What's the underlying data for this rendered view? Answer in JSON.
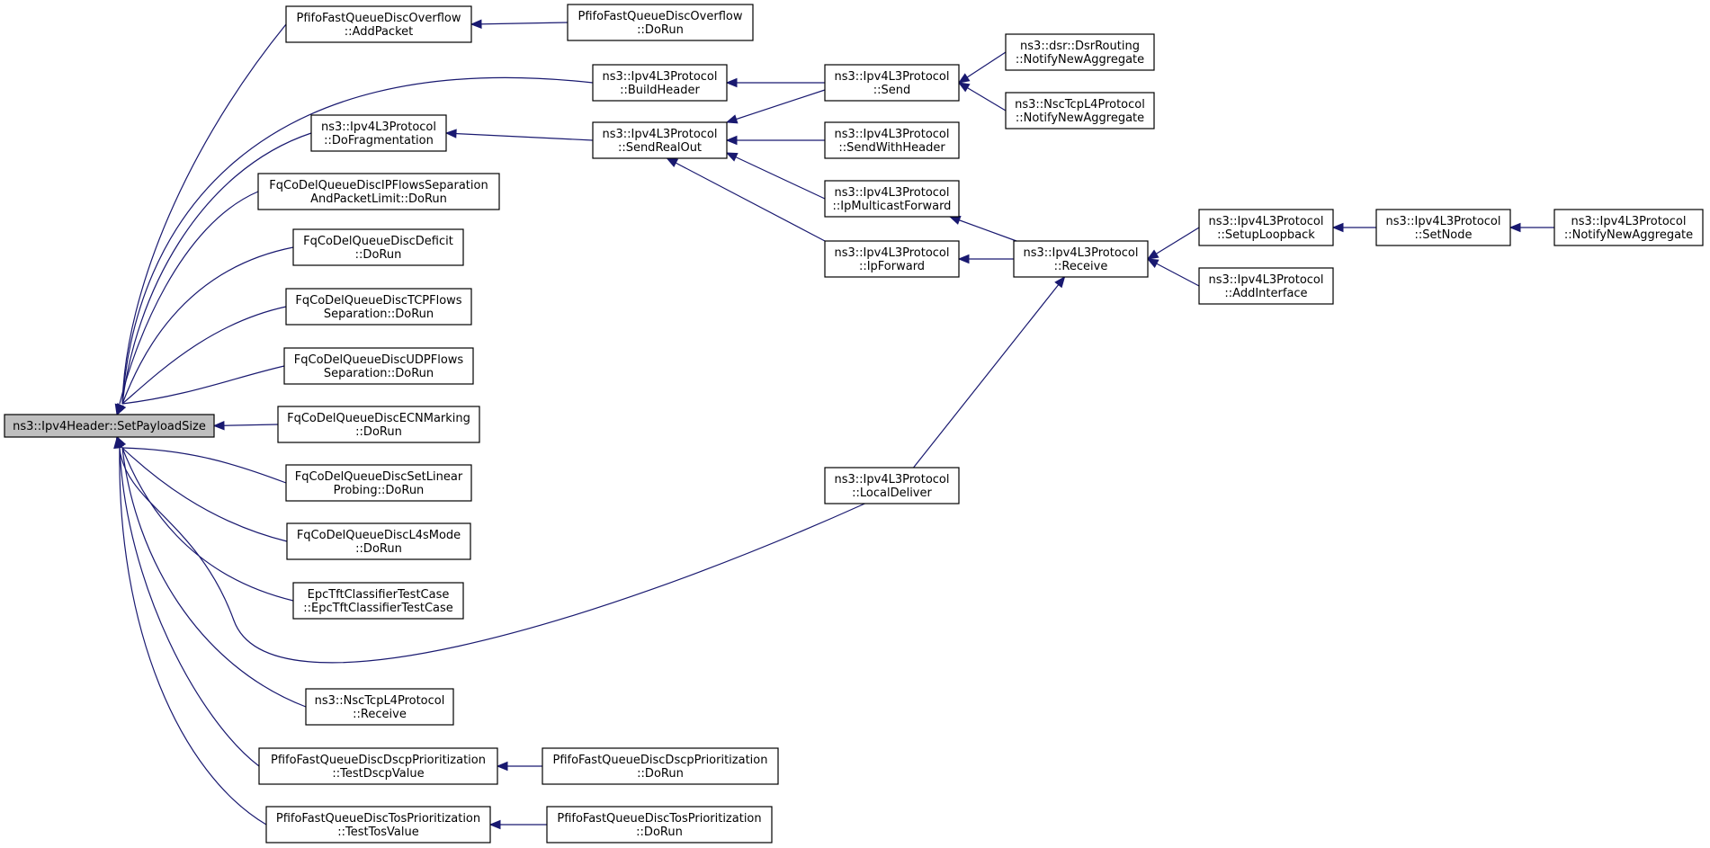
{
  "root": "setpayloadsize",
  "nodes": [
    {
      "id": "setpayloadsize",
      "lines": [
        "ns3::Ipv4Header::SetPayloadSize"
      ],
      "highlight": true
    },
    {
      "id": "pfifo_overflow_addpacket",
      "lines": [
        "PfifoFastQueueDiscOverflow",
        "::AddPacket"
      ]
    },
    {
      "id": "pfifo_overflow_dorun",
      "lines": [
        "PfifoFastQueueDiscOverflow",
        "::DoRun"
      ]
    },
    {
      "id": "buildheader",
      "lines": [
        "ns3::Ipv4L3Protocol",
        "::BuildHeader"
      ]
    },
    {
      "id": "send",
      "lines": [
        "ns3::Ipv4L3Protocol",
        "::Send"
      ]
    },
    {
      "id": "dsr_notify",
      "lines": [
        "ns3::dsr::DsrRouting",
        "::NotifyNewAggregate"
      ]
    },
    {
      "id": "nsctcp_notify",
      "lines": [
        "ns3::NscTcpL4Protocol",
        "::NotifyNewAggregate"
      ]
    },
    {
      "id": "dofragmentation",
      "lines": [
        "ns3::Ipv4L3Protocol",
        "::DoFragmentation"
      ]
    },
    {
      "id": "sendrealout",
      "lines": [
        "ns3::Ipv4L3Protocol",
        "::SendRealOut"
      ]
    },
    {
      "id": "sendwithheader",
      "lines": [
        "ns3::Ipv4L3Protocol",
        "::SendWithHeader"
      ]
    },
    {
      "id": "ipmulticastforward",
      "lines": [
        "ns3::Ipv4L3Protocol",
        "::IpMulticastForward"
      ]
    },
    {
      "id": "ipforward",
      "lines": [
        "ns3::Ipv4L3Protocol",
        "::IpForward"
      ]
    },
    {
      "id": "receive_l3",
      "lines": [
        "ns3::Ipv4L3Protocol",
        "::Receive"
      ]
    },
    {
      "id": "setuploopback",
      "lines": [
        "ns3::Ipv4L3Protocol",
        "::SetupLoopback"
      ]
    },
    {
      "id": "setnode",
      "lines": [
        "ns3::Ipv4L3Protocol",
        "::SetNode"
      ]
    },
    {
      "id": "l3_notify",
      "lines": [
        "ns3::Ipv4L3Protocol",
        "::NotifyNewAggregate"
      ]
    },
    {
      "id": "addinterface",
      "lines": [
        "ns3::Ipv4L3Protocol",
        "::AddInterface"
      ]
    },
    {
      "id": "fq_ipflows",
      "lines": [
        "FqCoDelQueueDiscIPFlowsSeparation",
        "AndPacketLimit::DoRun"
      ]
    },
    {
      "id": "fq_deficit",
      "lines": [
        "FqCoDelQueueDiscDeficit",
        "::DoRun"
      ]
    },
    {
      "id": "fq_tcpflows",
      "lines": [
        "FqCoDelQueueDiscTCPFlows",
        "Separation::DoRun"
      ]
    },
    {
      "id": "fq_udpflows",
      "lines": [
        "FqCoDelQueueDiscUDPFlows",
        "Separation::DoRun"
      ]
    },
    {
      "id": "fq_ecn",
      "lines": [
        "FqCoDelQueueDiscECNMarking",
        "::DoRun"
      ]
    },
    {
      "id": "fq_linear",
      "lines": [
        "FqCoDelQueueDiscSetLinear",
        "Probing::DoRun"
      ]
    },
    {
      "id": "fq_l4s",
      "lines": [
        "FqCoDelQueueDiscL4sMode",
        "::DoRun"
      ]
    },
    {
      "id": "epc",
      "lines": [
        "EpcTftClassifierTestCase",
        "::EpcTftClassifierTestCase"
      ]
    },
    {
      "id": "localdeliver",
      "lines": [
        "ns3::Ipv4L3Protocol",
        "::LocalDeliver"
      ]
    },
    {
      "id": "nsctcp_receive",
      "lines": [
        "ns3::NscTcpL4Protocol",
        "::Receive"
      ]
    },
    {
      "id": "dscp_testdscpvalue",
      "lines": [
        "PfifoFastQueueDiscDscpPrioritization",
        "::TestDscpValue"
      ]
    },
    {
      "id": "dscp_dorun",
      "lines": [
        "PfifoFastQueueDiscDscpPrioritization",
        "::DoRun"
      ]
    },
    {
      "id": "tos_testtosvalue",
      "lines": [
        "PfifoFastQueueDiscTosPrioritization",
        "::TestTosValue"
      ]
    },
    {
      "id": "tos_dorun",
      "lines": [
        "PfifoFastQueueDiscTosPrioritization",
        "::DoRun"
      ]
    }
  ],
  "edges": [
    {
      "from": "pfifo_overflow_addpacket",
      "to": "setpayloadsize"
    },
    {
      "from": "buildheader",
      "to": "setpayloadsize"
    },
    {
      "from": "dofragmentation",
      "to": "setpayloadsize"
    },
    {
      "from": "fq_ipflows",
      "to": "setpayloadsize"
    },
    {
      "from": "fq_deficit",
      "to": "setpayloadsize"
    },
    {
      "from": "fq_tcpflows",
      "to": "setpayloadsize"
    },
    {
      "from": "fq_udpflows",
      "to": "setpayloadsize"
    },
    {
      "from": "fq_ecn",
      "to": "setpayloadsize"
    },
    {
      "from": "fq_linear",
      "to": "setpayloadsize"
    },
    {
      "from": "fq_l4s",
      "to": "setpayloadsize"
    },
    {
      "from": "epc",
      "to": "setpayloadsize"
    },
    {
      "from": "localdeliver",
      "to": "setpayloadsize"
    },
    {
      "from": "nsctcp_receive",
      "to": "setpayloadsize"
    },
    {
      "from": "dscp_testdscpvalue",
      "to": "setpayloadsize"
    },
    {
      "from": "tos_testtosvalue",
      "to": "setpayloadsize"
    },
    {
      "from": "pfifo_overflow_dorun",
      "to": "pfifo_overflow_addpacket"
    },
    {
      "from": "send",
      "to": "buildheader"
    },
    {
      "from": "dsr_notify",
      "to": "send"
    },
    {
      "from": "nsctcp_notify",
      "to": "send"
    },
    {
      "from": "sendrealout",
      "to": "dofragmentation"
    },
    {
      "from": "send",
      "to": "sendrealout"
    },
    {
      "from": "sendwithheader",
      "to": "sendrealout"
    },
    {
      "from": "ipmulticastforward",
      "to": "sendrealout"
    },
    {
      "from": "ipforward",
      "to": "sendrealout"
    },
    {
      "from": "receive_l3",
      "to": "ipmulticastforward"
    },
    {
      "from": "receive_l3",
      "to": "ipforward"
    },
    {
      "from": "localdeliver",
      "to": "receive_l3"
    },
    {
      "from": "setuploopback",
      "to": "receive_l3"
    },
    {
      "from": "addinterface",
      "to": "receive_l3"
    },
    {
      "from": "setnode",
      "to": "setuploopback"
    },
    {
      "from": "l3_notify",
      "to": "setnode"
    },
    {
      "from": "dscp_dorun",
      "to": "dscp_testdscpvalue"
    },
    {
      "from": "tos_dorun",
      "to": "tos_testtosvalue"
    }
  ]
}
